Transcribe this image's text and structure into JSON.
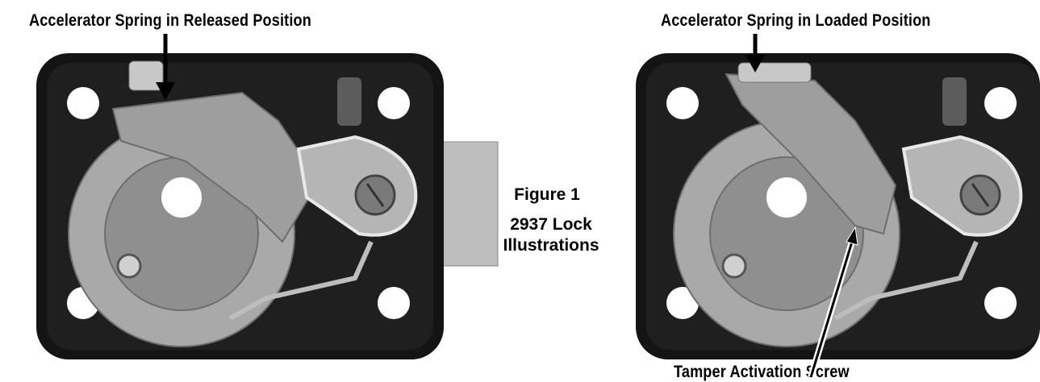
{
  "left_label": "Accelerator Spring in Released Position",
  "right_label": "Accelerator Spring in Loaded Position",
  "figure": {
    "title": "Figure 1",
    "subtitle_line1": "2937 Lock",
    "subtitle_line2": "Illustrations"
  },
  "bottom_label": "Tamper Activation Screw",
  "colors": {
    "housing": "#141414",
    "metal": "#a9a9a9",
    "metal_dark": "#6e6e6e",
    "bolt": "#bdbdbd"
  }
}
